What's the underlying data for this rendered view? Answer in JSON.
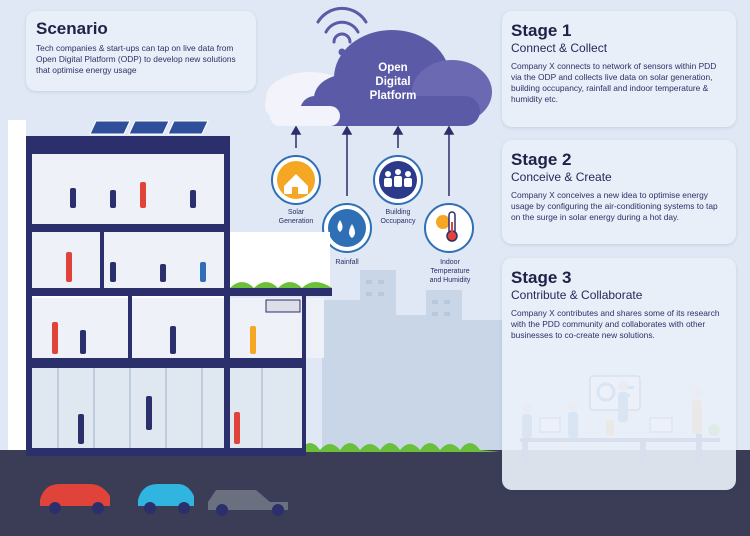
{
  "scenario": {
    "title": "Scenario",
    "text": "Tech companies & start-ups can tap on live data from Open Digital Platform (ODP) to develop new solutions that optimise energy usage"
  },
  "cloud": {
    "line1": "Open",
    "line2": "Digital",
    "line3": "Platform"
  },
  "data_sources": [
    {
      "label1": "Solar",
      "label2": "Generation",
      "icon": "sun-house-icon"
    },
    {
      "label1": "Rainfall",
      "label2": "",
      "icon": "raindrops-icon"
    },
    {
      "label1": "Building",
      "label2": "Occupancy",
      "icon": "crowd-icon"
    },
    {
      "label1": "Indoor",
      "label2": "Temperature",
      "label3": "and Humidity",
      "icon": "thermometer-icon"
    }
  ],
  "stages": [
    {
      "title": "Stage 1",
      "subtitle": "Connect & Collect",
      "text": "Company X connects to network of sensors within PDD via the ODP and collects live data on solar generation, building occupancy, rainfall and indoor temperature & humidity etc."
    },
    {
      "title": "Stage 2",
      "subtitle": "Conceive & Create",
      "text": "Company X conceives a new idea to optimise energy usage by configuring the air-conditioning systems to tap on the surge in solar energy during a hot day."
    },
    {
      "title": "Stage 3",
      "subtitle": "Contribute & Collaborate",
      "text": "Company X contributes and shares some of its research with the PDD community and collaborates with other businesses to co-create new solutions."
    }
  ],
  "colors": {
    "navy": "#2b2f6b",
    "cloud": "#5b5aa6",
    "cloud_light": "#f2f3fb",
    "orange": "#f5a623",
    "blue": "#2f6fb6",
    "grass": "#6cbf3a",
    "road": "#3a3d55"
  }
}
